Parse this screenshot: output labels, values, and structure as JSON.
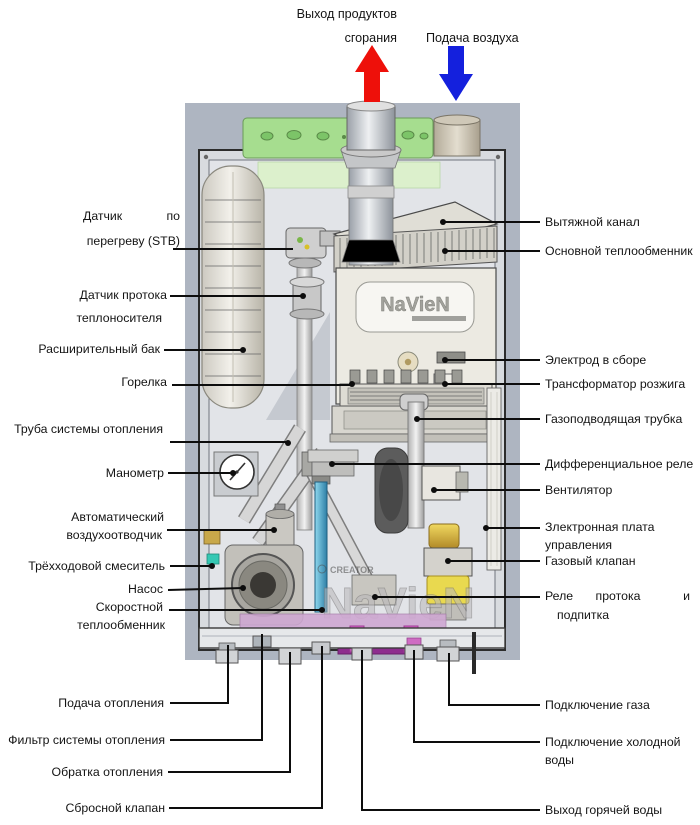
{
  "top": {
    "exhaust_label_line1": "Выход продуктов",
    "exhaust_label_line2": "сгорания",
    "air_label": "Подача воздуха",
    "exhaust_arrow_color": "#ee100a",
    "air_arrow_color": "#1420dd"
  },
  "logo": {
    "panel": "NaVieN",
    "watermark": "NaVieN",
    "watermark_credit": "CREATOR"
  },
  "labels": {
    "left": [
      {
        "id": "stb-sensor",
        "line1a": "Датчик",
        "line1b": "по",
        "line2": "перегреву (STB)"
      },
      {
        "id": "flow-sensor",
        "line1": "Датчик протока",
        "line2": "теплоносителя"
      },
      {
        "id": "expansion-tank",
        "text": "Расширительный бак"
      },
      {
        "id": "burner",
        "text": "Горелка"
      },
      {
        "id": "heating-pipe",
        "text": "Труба системы отопления"
      },
      {
        "id": "manometer",
        "text": "Манометр"
      },
      {
        "id": "air-vent",
        "line1": "Автоматический",
        "line2": "воздухоотводчик"
      },
      {
        "id": "three-way-mixer",
        "text": "Трёхходовой смеситель"
      },
      {
        "id": "pump",
        "text": "Насос"
      },
      {
        "id": "speed-hx",
        "line1": "Скоростной",
        "line2": "теплообменник"
      }
    ],
    "right": [
      {
        "id": "exhaust-duct",
        "text": "Вытяжной канал"
      },
      {
        "id": "main-hx",
        "text": "Основной теплообменник"
      },
      {
        "id": "electrode",
        "text": "Электрод в сборе"
      },
      {
        "id": "ignition-transformer",
        "text": "Трансформатор розжига"
      },
      {
        "id": "gas-tube",
        "text": "Газоподводящая трубка"
      },
      {
        "id": "diff-relay",
        "text": "Дифференциальное реле"
      },
      {
        "id": "fan",
        "text": "Вентилятор"
      },
      {
        "id": "control-board",
        "line1": "Злектронная плата",
        "line2": "управления"
      },
      {
        "id": "gas-valve",
        "text": "Газовый клапан"
      },
      {
        "id": "flow-relay",
        "line1a": "Реле",
        "line1b": "протока",
        "line1c": "и",
        "line2": "подпитка"
      }
    ],
    "bottom_left": [
      {
        "id": "heating-supply",
        "text": "Подача отопления"
      },
      {
        "id": "heating-filter",
        "text": "Фильтр системы отопления"
      },
      {
        "id": "heating-return",
        "text": "Обратка отопления"
      },
      {
        "id": "relief-valve",
        "text": "Сбросной клапан"
      }
    ],
    "bottom_right": [
      {
        "id": "gas-connection",
        "text": "Подключение газа"
      },
      {
        "id": "cold-water",
        "line1": "Подключение холодной",
        "line2": "воды"
      },
      {
        "id": "hot-water",
        "text": "Выход горячей воды"
      }
    ]
  },
  "colors": {
    "backdrop": "#aeb5c1",
    "cabinet": "#d8dbdf",
    "bracket_green": "#a6dd8f",
    "band_green": "#dcf0cc",
    "manifold_purple": "#8e2d8e",
    "manifold_pink": "#d966c9",
    "gas_valve_yellow": "#e9d94f",
    "hx_blue": "#4aa0c8"
  }
}
